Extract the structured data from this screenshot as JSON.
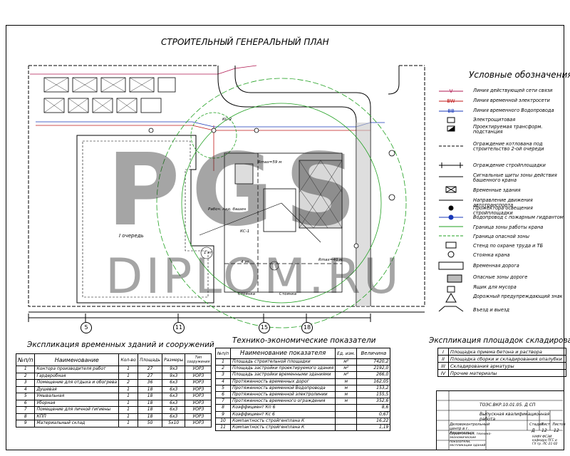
{
  "drawing": {
    "title": "СТРОИТЕЛЬНЫЙ ГЕНЕРАЛЬНЫЙ ПЛАН",
    "watermark_top": "PGS",
    "watermark_bottom": "DIPLOM.RU",
    "plan_labels": {
      "queue": "I очередь",
      "ks1": "КС-1",
      "ks2": "КС-2",
      "s1": "Стоянка",
      "s2": "Стоянка",
      "area_1": "1 эт",
      "area_4": "4 эт",
      "r1": "Rmax=59 м",
      "r2": "Rmax=40 м",
      "path": "Рабоч. над. башен"
    },
    "axes": [
      "5",
      "11",
      "15",
      "18"
    ]
  },
  "legend": {
    "title": "Условные обозначения",
    "items": [
      {
        "label": "Линия действующей сети связи",
        "mark": "V",
        "color": "#b01850"
      },
      {
        "label": "Линия временной электросети",
        "mark": "BW",
        "color": "#c01818"
      },
      {
        "label": "Линия временного Водопровода",
        "mark": "BB",
        "color": "#1838b8"
      },
      {
        "label": "Электрощитовая",
        "mark": "",
        "color": "#000000"
      },
      {
        "label": "Проектируемая трансформ. подстанция",
        "mark": "",
        "color": "#000000"
      },
      {
        "label": "Ограждение котлована под строительство 2-ой очереди",
        "mark": "",
        "color": "#000000"
      },
      {
        "label": "Ограждение стройплощадки",
        "mark": "",
        "color": "#000000"
      },
      {
        "label": "Сигнальные щиты зоны действия башенного крана",
        "mark": "",
        "color": "#000000"
      },
      {
        "label": "Временные здания",
        "mark": "",
        "color": "#000000"
      },
      {
        "label": "Направление движения автотранспорта",
        "mark": "",
        "color": "#000000"
      },
      {
        "label": "Прожектора освещения стройплощадки",
        "mark": "",
        "color": "#000000"
      },
      {
        "label": "Водопровод с пожарным гидрантом",
        "mark": "",
        "color": "#1838b8"
      },
      {
        "label": "Граница зоны работы крана",
        "mark": "",
        "color": "#20a020"
      },
      {
        "label": "Граница опасной зоны",
        "mark": "",
        "color": "#20a020"
      },
      {
        "label": "Стенд по охране труда и ТБ",
        "mark": "",
        "color": "#000000"
      },
      {
        "label": "Стоянка крана",
        "mark": "",
        "color": "#000000"
      },
      {
        "label": "Временная дорога",
        "mark": "",
        "color": "#000000"
      },
      {
        "label": "Опасные зоны дороге",
        "mark": "",
        "color": "#000000"
      },
      {
        "label": "Ящик для мусора",
        "mark": "",
        "color": "#000000"
      },
      {
        "label": "Дорожный предупреждающий знак",
        "mark": "",
        "color": "#000000"
      },
      {
        "label": "Въезд и выезд",
        "mark": "",
        "color": "#000000"
      }
    ]
  },
  "buildings_table": {
    "title": "Экспликация временных зданий и сооружений",
    "headers": [
      "№п/п",
      "Наименование",
      "Кол-во",
      "Площадь",
      "Размеры",
      "Тип сооружения"
    ],
    "rows": [
      [
        "1",
        "Контора производителя работ",
        "1",
        "27",
        "9х3",
        "УОРЗ"
      ],
      [
        "2",
        "Гардеробная",
        "1",
        "27",
        "9х3",
        "УОРЗ"
      ],
      [
        "3",
        "Помещение для отдыха и обогрева",
        "2",
        "36",
        "6х3",
        "УОРЗ"
      ],
      [
        "4",
        "Душевая",
        "1",
        "18",
        "6х3",
        "УОРЗ"
      ],
      [
        "5",
        "Умывальная",
        "1",
        "18",
        "6х3",
        "УОРЗ"
      ],
      [
        "6",
        "Уборная",
        "1",
        "18",
        "6х3",
        "УОРЗ"
      ],
      [
        "7",
        "Помещение для личной гигиены",
        "1",
        "18",
        "6х3",
        "УОРЗ"
      ],
      [
        "8",
        "КПП",
        "1",
        "18",
        "6х3",
        "УОРЗ"
      ],
      [
        "9",
        "Материальный склад",
        "1",
        "50",
        "5х10",
        "УОРЗ"
      ]
    ]
  },
  "indicators_table": {
    "title": "Технико-экономические показатели",
    "headers": [
      "№п/п",
      "Наименование показателя",
      "Ед. изм.",
      "Величина"
    ],
    "rows": [
      [
        "1",
        "Площадь строительной площадки",
        "м²",
        "7420,2"
      ],
      [
        "2",
        "Площадь застройки проектируемого здания",
        "м²",
        "2192,0"
      ],
      [
        "3",
        "Площадь застройки временными зданиями",
        "м²",
        "266,0"
      ],
      [
        "4",
        "Протяженность временных дорог",
        "м",
        "162,05"
      ],
      [
        "5",
        "Протяженность временной Водопровода",
        "м",
        "153,2"
      ],
      [
        "6",
        "Протяженность временной электролинии",
        "м",
        "155,5"
      ],
      [
        "7",
        "Протяженность временного ограждения",
        "м",
        "352,6"
      ],
      [
        "8",
        "Коэффициент Кп 6",
        "",
        "8,6"
      ],
      [
        "9",
        "Коэффициент Кс 6",
        "",
        "0,67"
      ],
      [
        "10",
        "Компактность стройгенплана К",
        "",
        "16,22"
      ],
      [
        "11",
        "Компактность стройгенплана К",
        "",
        "1,19"
      ]
    ]
  },
  "storage_table": {
    "title": "Экспликация площадок складирования",
    "rows": [
      [
        "I",
        "Площадка приема бетона и раствора"
      ],
      [
        "II",
        "Площадка сборки и складирования опалубки"
      ],
      [
        "III",
        "Складирования арматуры"
      ],
      [
        "IV",
        "Прочие материалы"
      ]
    ]
  },
  "stamp": {
    "code": "ТОЭС.ВКР.10.01.05. Д СП",
    "work": "Выпускная квалификационная работа",
    "center": "Деловоконтрольный центр в г. Архангельск",
    "sheet_title": "Стройгенплан, технико-экономические показатели, экспликации зданий",
    "stage_h": "Стадия",
    "sheet_h": "Лист",
    "sheets_h": "Листов",
    "stage": "Д",
    "sheet": "12",
    "sheets": "12",
    "firm": "НАФУ ФСЭИ кафедра ПГС и ГХ гр. ЛС-21-02"
  }
}
